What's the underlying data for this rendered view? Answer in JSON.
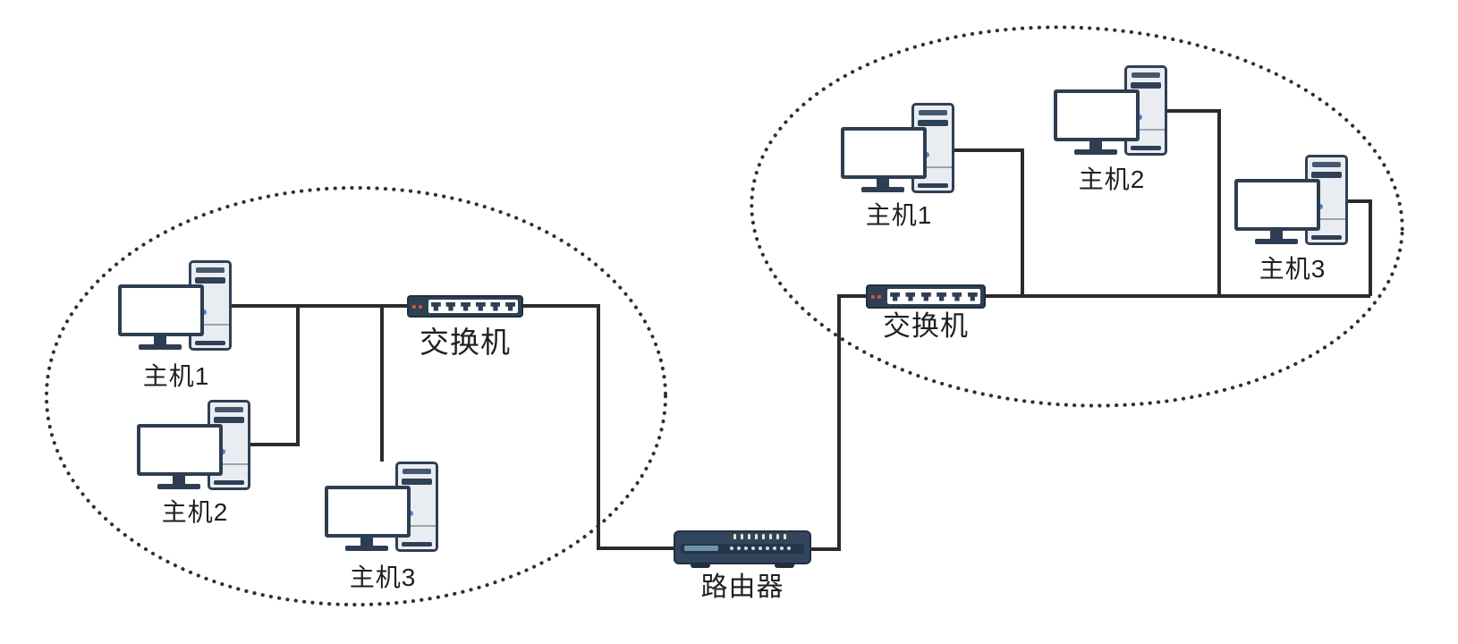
{
  "diagram": {
    "type": "network-topology-diagram",
    "router": {
      "label": "路由器",
      "icon": "router-icon"
    },
    "lans": [
      {
        "name": "lan-left",
        "boundary": "dotted-ellipse",
        "switch": {
          "label": "交换机",
          "icon": "switch-icon",
          "ports": 6
        },
        "hosts": [
          {
            "label": "主机1",
            "icon": "computer-icon"
          },
          {
            "label": "主机2",
            "icon": "computer-icon"
          },
          {
            "label": "主机3",
            "icon": "computer-icon"
          }
        ]
      },
      {
        "name": "lan-right",
        "boundary": "dotted-ellipse",
        "switch": {
          "label": "交换机",
          "icon": "switch-icon",
          "ports": 6
        },
        "hosts": [
          {
            "label": "主机1",
            "icon": "computer-icon"
          },
          {
            "label": "主机2",
            "icon": "computer-icon"
          },
          {
            "label": "主机3",
            "icon": "computer-icon"
          }
        ]
      }
    ],
    "colors": {
      "line": "#2b2b2b",
      "boundary": "#2f2f2f",
      "navy": "#2e4053",
      "navy-border": "#222f3d",
      "router-body": "#31465c",
      "panel-dark": "#23364a",
      "tower-fill": "#e9edf2",
      "tower-border": "#303f54",
      "blue-dot": "#4a84d8",
      "led-orange": "#cb5a33",
      "router-slot": "#6f93ad",
      "label": "#1f1f1f",
      "bg": "#ffffff"
    }
  }
}
